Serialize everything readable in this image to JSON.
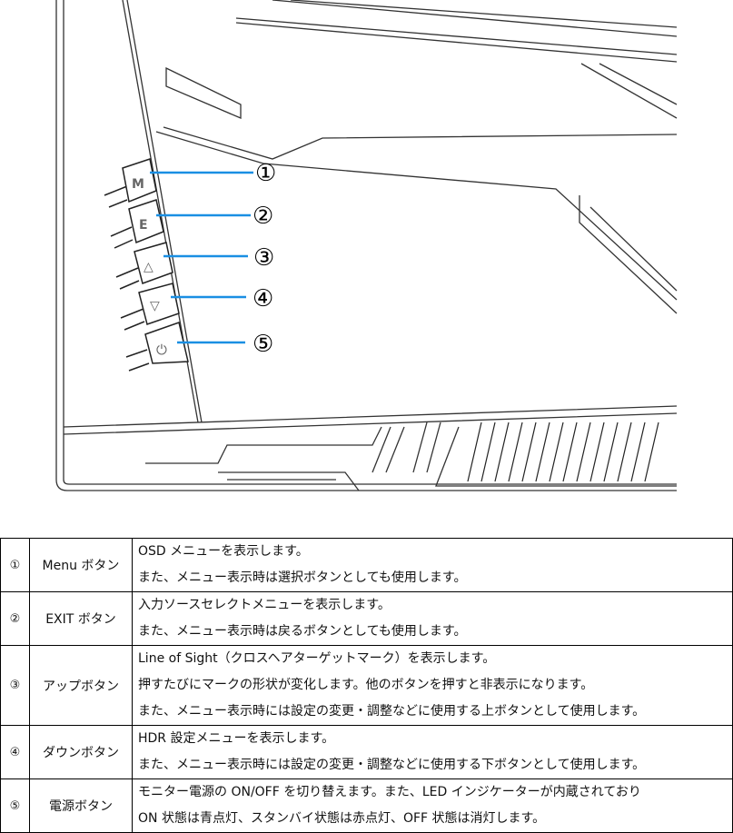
{
  "drawing": {
    "button_glyphs": [
      "M",
      "E",
      "△",
      "▽",
      "⏻"
    ],
    "callouts": [
      "①",
      "②",
      "③",
      "④",
      "⑤"
    ],
    "callout_color": "#1a8fe3"
  },
  "table": {
    "rows": [
      {
        "num": "①",
        "label": "Menu ボタン",
        "lines": [
          "OSD メニューを表示します。",
          "また、メニュー表示時は選択ボタンとしても使用します。"
        ]
      },
      {
        "num": "②",
        "label": "EXIT ボタン",
        "lines": [
          "入力ソースセレクトメニューを表示します。",
          "また、メニュー表示時は戻るボタンとしても使用します。"
        ]
      },
      {
        "num": "③",
        "label": "アップボタン",
        "lines": [
          "Line of Sight（クロスヘアターゲットマーク）を表示します。",
          "押すたびにマークの形状が変化します。他のボタンを押すと非表示になります。",
          "また、メニュー表示時には設定の変更・調整などに使用する上ボタンとして使用します。"
        ]
      },
      {
        "num": "④",
        "label": "ダウンボタン",
        "lines": [
          "HDR 設定メニューを表示します。",
          "また、メニュー表示時には設定の変更・調整などに使用する下ボタンとして使用します。"
        ]
      },
      {
        "num": "⑤",
        "label": "電源ボタン",
        "lines": [
          "モニター電源の ON/OFF を切り替えます。また、LED インジケーターが内蔵されており",
          "ON 状態は青点灯、スタンバイ状態は赤点灯、OFF 状態は消灯します。"
        ]
      }
    ]
  }
}
